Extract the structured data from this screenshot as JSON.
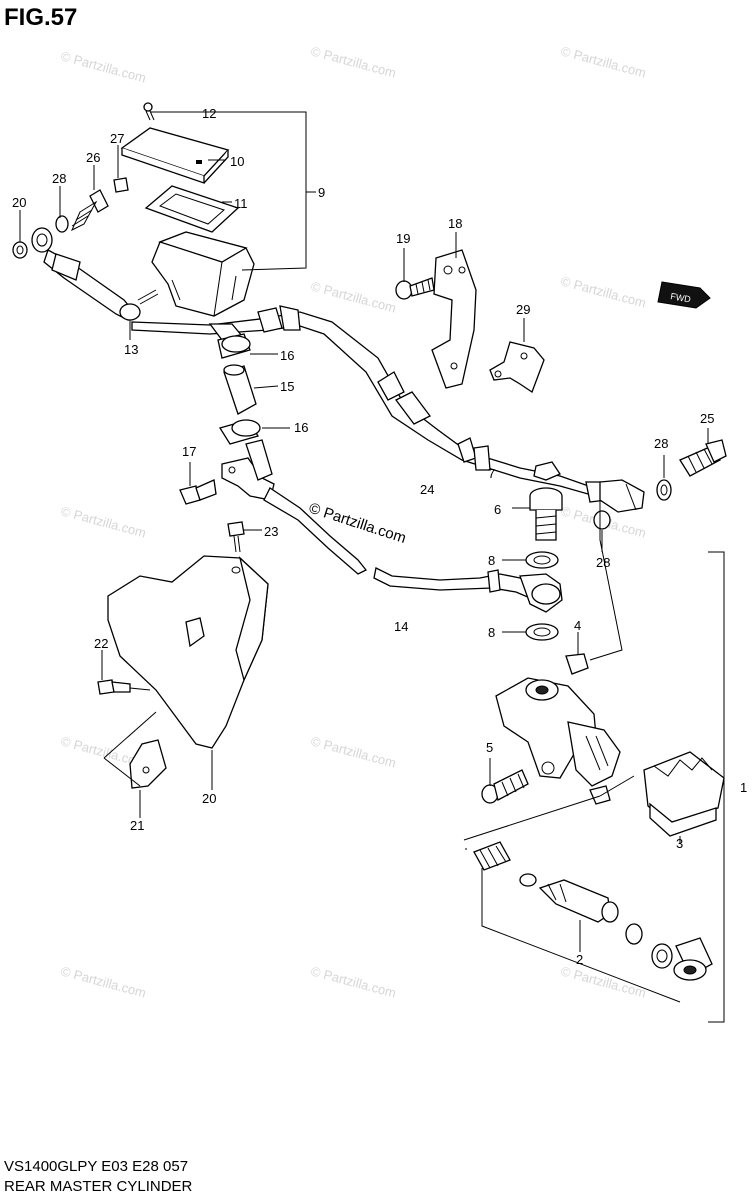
{
  "title": "FIG.57",
  "footer": {
    "code": "VS1400GLPY E03 E28 057",
    "name": "REAR MASTER CYLINDER"
  },
  "watermark": {
    "main": "© Partzilla.com",
    "faint": "© Partzilla.com"
  },
  "direction_tag": "FWD",
  "callouts": [
    "12",
    "10",
    "27",
    "26",
    "9",
    "11",
    "28",
    "20",
    "13",
    "16",
    "15",
    "19",
    "18",
    "29",
    "16",
    "17",
    "23",
    "24",
    "7",
    "28",
    "25",
    "6",
    "8",
    "28",
    "14",
    "8",
    "4",
    "22",
    "5",
    "20",
    "21",
    "3",
    "1",
    "2"
  ]
}
